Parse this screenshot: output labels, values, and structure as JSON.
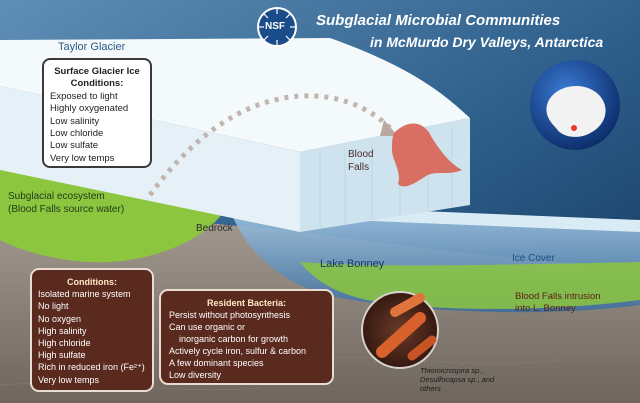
{
  "title": {
    "line1": "Subglacial Microbial Communities",
    "line2": "in McMurdo Dry Valleys, Antarctica"
  },
  "logo": {
    "text": "NSF"
  },
  "labels": {
    "taylor_glacier": "Taylor Glacier",
    "blood_falls": [
      "Blood",
      "Falls"
    ],
    "subglacial": [
      "Subglacial ecosystem",
      "(Blood Falls source water)"
    ],
    "bedrock": "Bedrock",
    "lake_bonney": "Lake Bonney",
    "ice_cover": "Ice Cover",
    "intrusion": [
      "Blood Falls intrusion",
      "into L. Bonney"
    ],
    "species": [
      "Thiomicrospira sp.,",
      "Desulfocapsa sp., and",
      "others"
    ]
  },
  "glacier_box": {
    "header": [
      "Surface Glacier Ice",
      "Conditions:"
    ],
    "items": [
      "Exposed to light",
      "Highly oxygenated",
      "Low salinity",
      "Low chloride",
      "Low sulfate",
      "Very low temps"
    ]
  },
  "conditions_box": {
    "header": "Conditions:",
    "items": [
      "Isolated marine system",
      "No light",
      "No oxygen",
      "High salinity",
      "High chloride",
      "High sulfate",
      "Rich in reduced iron (Fe²⁺)",
      "Very low temps"
    ]
  },
  "bacteria_box": {
    "header": "Resident Bacteria:",
    "items": [
      "Persist without  photosynthesis",
      "Can use organic or",
      "    inorganic carbon for growth",
      "Actively cycle iron, sulfur & carbon",
      "A few dominant species",
      "Low diversity"
    ]
  },
  "colors": {
    "sky": "#2d5f8a",
    "glacier": "#eaf3f8",
    "green": "#8cc63f",
    "bedrock": "#9a9187",
    "box_brown": "#5a2a1e",
    "blood_falls": "#d8685a",
    "lake": "#6fa0c8"
  }
}
